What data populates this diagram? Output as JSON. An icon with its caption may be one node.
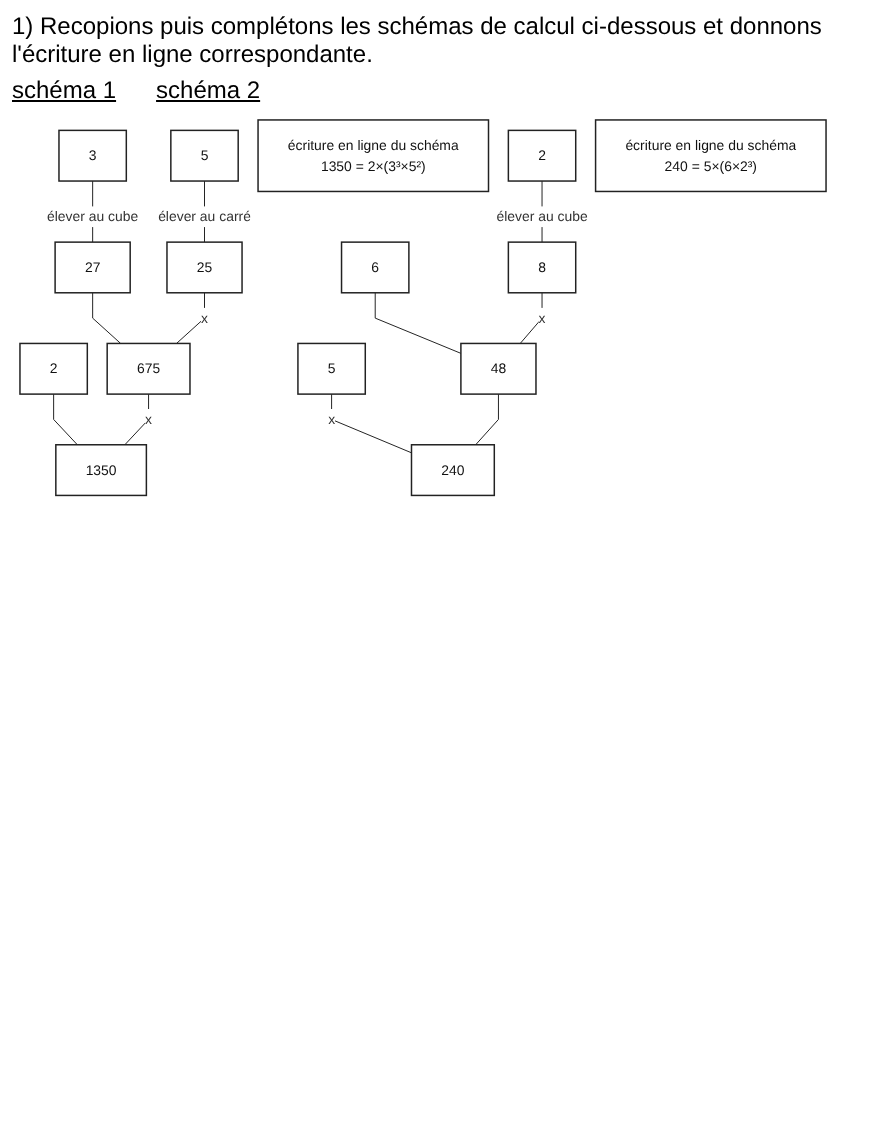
{
  "diagram": {
    "title": "1) Recopions puis complétons les schémas de calcul ci-dessous et donnons l'écriture en ligne correspondante.",
    "nodes": [
      {
        "text": [
          "2"
        ]
      },
      {
        "text": [
          "3"
        ]
      },
      {
        "text": [
          "5"
        ]
      },
      {
        "text": [
          "27"
        ]
      },
      {
        "text": [
          "25"
        ]
      },
      {
        "text": [
          "675"
        ]
      },
      {
        "text": [
          "1350"
        ]
      },
      {
        "text": [
          "écriture en ligne du schéma",
          "1350 = 2×(3³×5²)"
        ]
      },
      {
        "text": [
          "5"
        ]
      },
      {
        "text": [
          "6"
        ]
      },
      {
        "text": [
          "2"
        ]
      },
      {
        "text": [
          "8"
        ]
      },
      {
        "text": [
          "48"
        ]
      },
      {
        "text": [
          "240"
        ]
      },
      {
        "text": [
          "écriture en ligne du schéma",
          "240 = 5×(6×2³)"
        ]
      }
    ],
    "edges": [
      {
        "from": 1,
        "to": 3,
        "arrow": "none",
        "label": "élever au cube"
      },
      {
        "from": 2,
        "to": 4,
        "arrow": "none",
        "label": "élever au carré"
      },
      {
        "from": 3,
        "to": 5,
        "arrow": "none"
      },
      {
        "from": 4,
        "to": 5,
        "arrow": "none",
        "label": "x"
      },
      {
        "from": 0,
        "to": 6,
        "arrow": "none"
      },
      {
        "from": 5,
        "to": 6,
        "arrow": "none",
        "label": "x"
      },
      {
        "from": 10,
        "to": 11,
        "arrow": "none",
        "label": "élever au cube"
      },
      {
        "from": 9,
        "to": 12,
        "arrow": "none"
      },
      {
        "from": 11,
        "to": 12,
        "arrow": "none",
        "label": "x"
      },
      {
        "from": 8,
        "to": 13,
        "arrow": "none",
        "label": "x"
      },
      {
        "from": 12,
        "to": 13,
        "arrow": "none"
      }
    ],
    "labels": [
      "schéma 1",
      "schéma 2"
    ]
  }
}
